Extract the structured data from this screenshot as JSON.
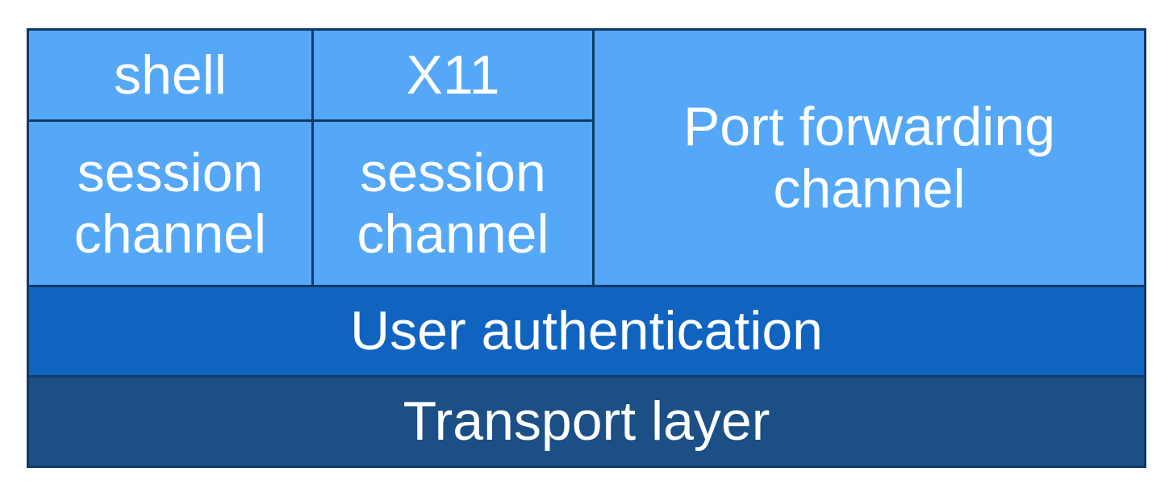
{
  "diagram": {
    "top_row": {
      "shell": "shell",
      "x11": "X11"
    },
    "channels": {
      "session_1": "session\nchannel",
      "session_2": "session\nchannel",
      "port_forwarding": "Port forwarding\nchannel"
    },
    "layers": {
      "user_authentication": "User authentication",
      "transport": "Transport layer"
    },
    "colors": {
      "channel_fill": "#55a8f7",
      "auth_fill": "#1064c0",
      "transport_fill": "#1b4f86",
      "border": "#0f3a66",
      "text": "#ffffff"
    }
  }
}
